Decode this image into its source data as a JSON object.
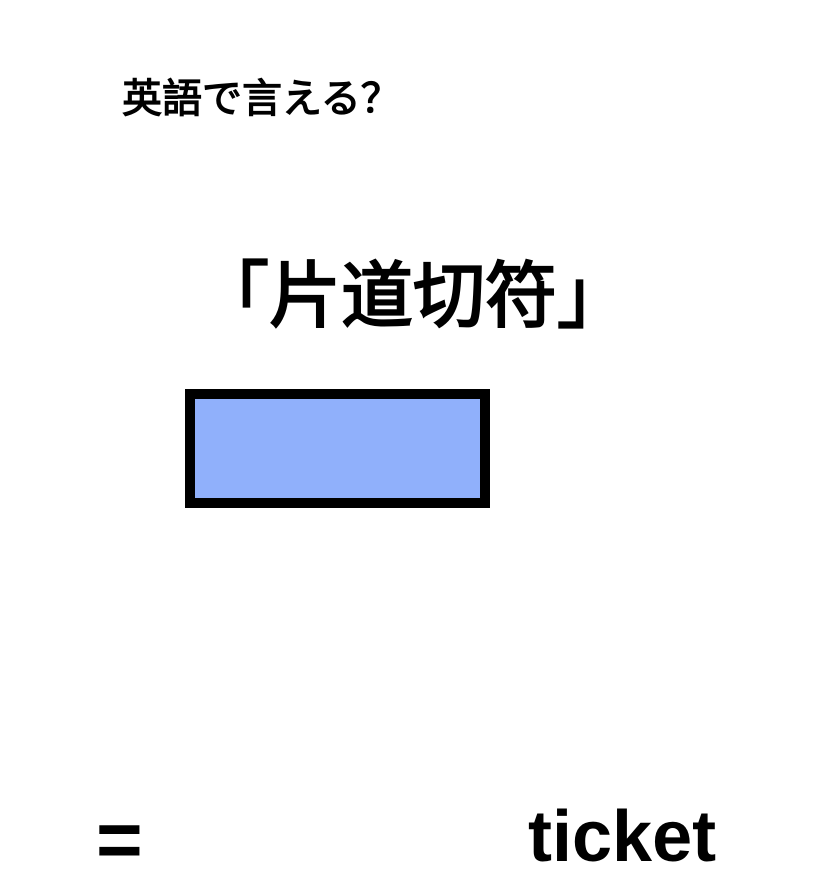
{
  "card": {
    "background_color": "#ffffff",
    "text_color": "#000000"
  },
  "prompt": {
    "text": "英語で言える？"
  },
  "phrase": {
    "text": "「片道切符」"
  },
  "answer": {
    "equals": "=",
    "blank": {
      "fill_color": "#90b0fb",
      "border_color": "#000000",
      "value": ""
    },
    "word": "ticket"
  }
}
